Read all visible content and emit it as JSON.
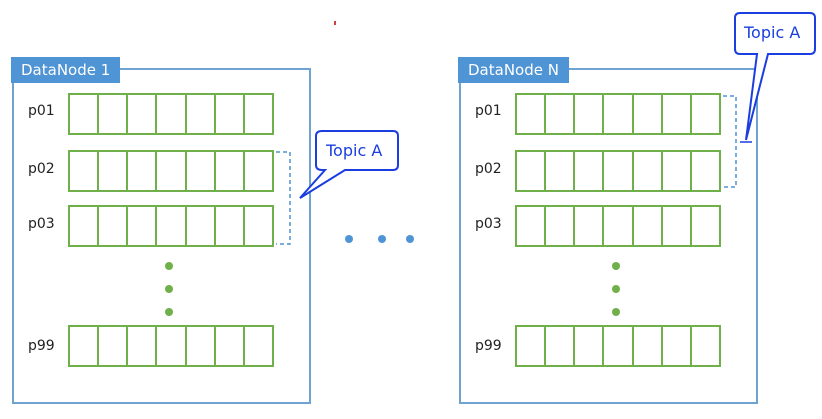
{
  "nodes": [
    {
      "title": "DataNode 1",
      "partitions": [
        "p01",
        "p02",
        "p03",
        "p99"
      ]
    },
    {
      "title": "DataNode N",
      "partitions": [
        "p01",
        "p02",
        "p03",
        "p99"
      ]
    }
  ],
  "callouts": [
    {
      "label": "Topic A"
    },
    {
      "label": "Topic A"
    }
  ],
  "colors": {
    "node_border": "#6fa3d2",
    "node_header": "#4f94d4",
    "partition": "#6fb04a",
    "callout": "#1a3ee0"
  }
}
